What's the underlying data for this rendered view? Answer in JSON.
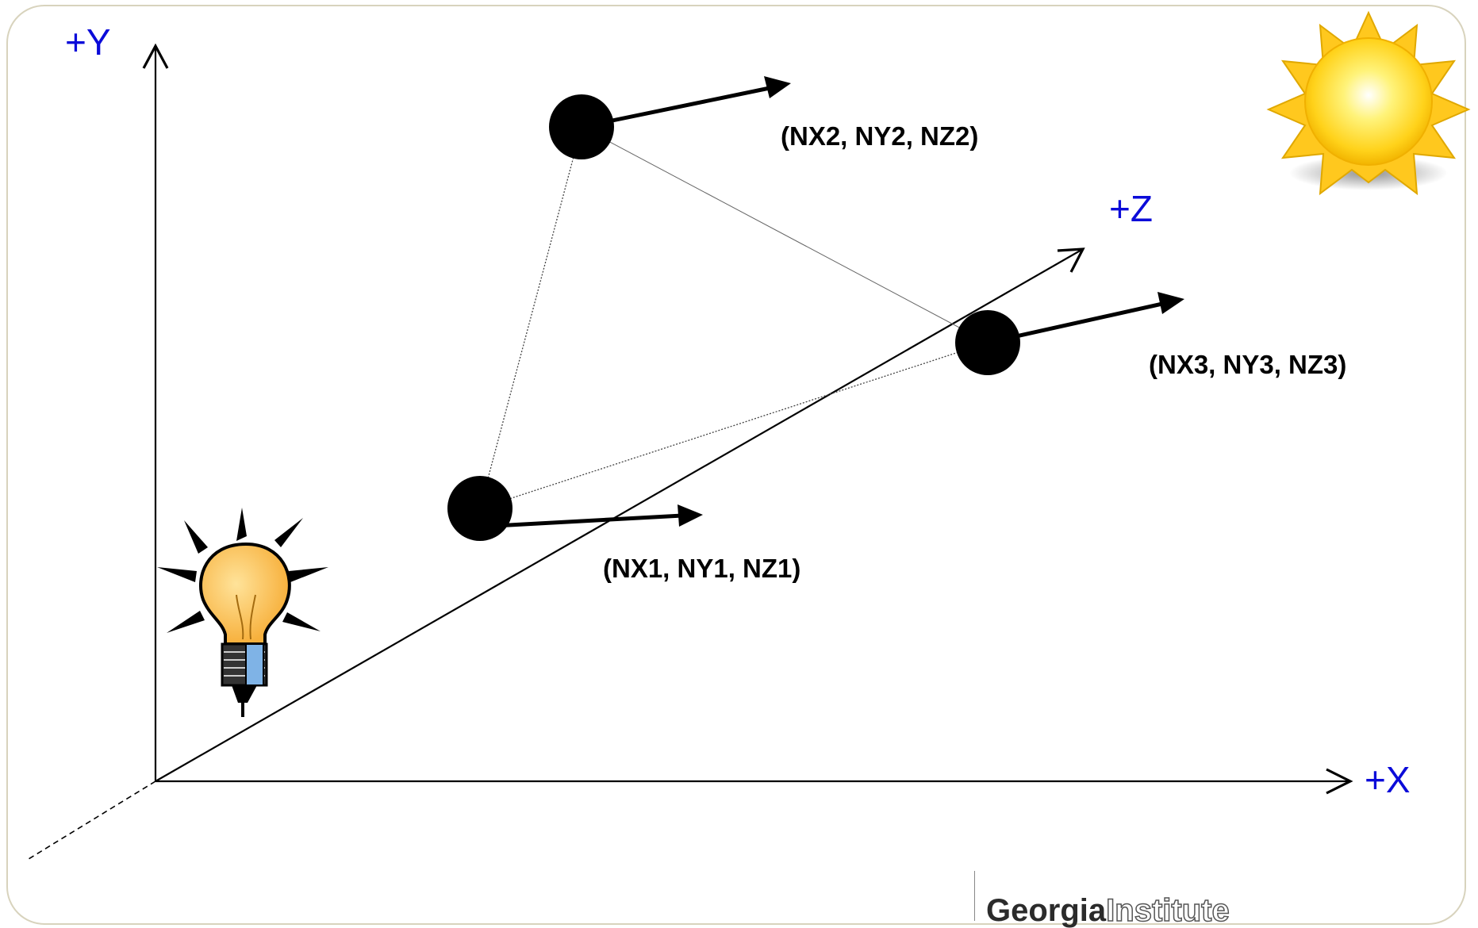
{
  "axes": {
    "y_label": "+Y",
    "x_label": "+X",
    "z_label": "+Z"
  },
  "normals": [
    {
      "label": "(NX1, NY1, NZ1)"
    },
    {
      "label": "(NX2, NY2, NZ2)"
    },
    {
      "label": "(NX3, NY3, NZ3)"
    }
  ],
  "icons": {
    "sun": "sun-icon",
    "bulb": "light-bulb-icon"
  },
  "logo": {
    "bold": "Georgia",
    "outline": "Institute"
  },
  "colors": {
    "axis_label": "#0b0bd9",
    "frame": "#d8d3bd",
    "sun": "#ffd21a"
  }
}
